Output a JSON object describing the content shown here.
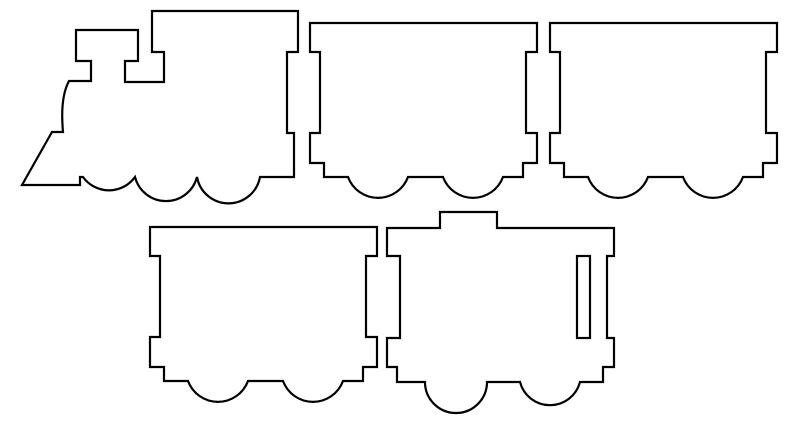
{
  "figure": {
    "subject": "train-outline-cutouts",
    "pieces": [
      {
        "name": "locomotive",
        "wheels": 3
      },
      {
        "name": "freight-car",
        "wheels": 2
      },
      {
        "name": "freight-car",
        "wheels": 2
      },
      {
        "name": "freight-car",
        "wheels": 2
      },
      {
        "name": "caboose",
        "wheels": 2
      }
    ],
    "colors": {
      "outline": "#000000",
      "fill": "#ffffff",
      "background": "#ffffff"
    }
  }
}
